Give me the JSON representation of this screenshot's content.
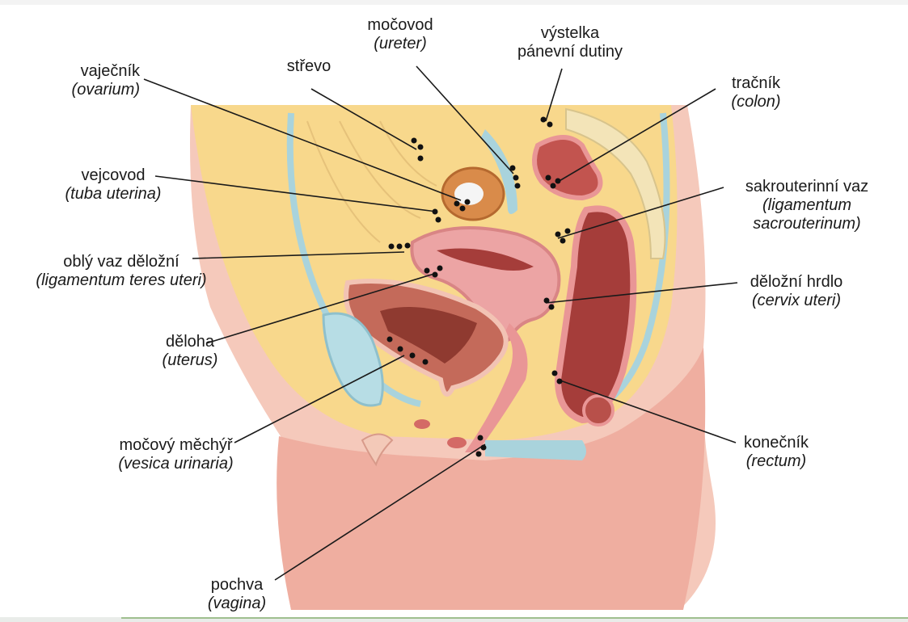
{
  "labels": {
    "vajecnik": {
      "czech": "vaječník",
      "latin": "(ovarium)"
    },
    "strevo": {
      "czech": "střevo",
      "latin": ""
    },
    "mocovod": {
      "czech": "močovod",
      "latin": "(ureter)"
    },
    "vystelka": {
      "czech": "výstelka",
      "czech2": "pánevní dutiny"
    },
    "tracnik": {
      "czech": "tračník",
      "latin": "(colon)"
    },
    "vejcovod": {
      "czech": "vejcovod",
      "latin": "(tuba uterina)"
    },
    "sakro": {
      "czech": "sakrouterinní vaz",
      "latin": "(ligamentum",
      "latin2": "sacrouterinum)"
    },
    "oblyvaz": {
      "czech": "oblý vaz děložní",
      "latin": "(ligamentum teres uteri)"
    },
    "hrdlo": {
      "czech": "děložní hrdlo",
      "latin": "(cervix uteri)"
    },
    "deloha": {
      "czech": "děloha",
      "latin": "(uterus)"
    },
    "mechyr": {
      "czech": "močový měchýř",
      "latin": "(vesica urinaria)"
    },
    "konecnik": {
      "czech": "konečník",
      "latin": "(rectum)"
    },
    "pochva": {
      "czech": "pochva",
      "latin": "(vagina)"
    }
  },
  "colors": {
    "skin": "#f2b7a7",
    "fat": "#f9d98d",
    "peritoneum": "#a9d3dc",
    "organ": "#e99696",
    "organ_dark": "#a53d3a",
    "bladder": "#c46a5a",
    "line": "#1a1a1a"
  }
}
